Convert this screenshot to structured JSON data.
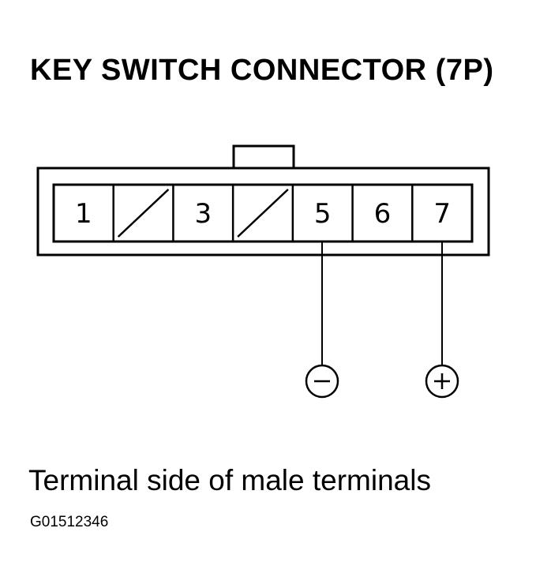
{
  "title": "KEY SWITCH CONNECTOR (7P)",
  "terminals": [
    {
      "label": "1",
      "blank": false
    },
    {
      "label": "",
      "blank": true
    },
    {
      "label": "3",
      "blank": false
    },
    {
      "label": "",
      "blank": true
    },
    {
      "label": "5",
      "blank": false
    },
    {
      "label": "6",
      "blank": false
    },
    {
      "label": "7",
      "blank": false
    }
  ],
  "probes": {
    "negative": {
      "symbol": "−",
      "terminal": "5"
    },
    "positive": {
      "symbol": "+",
      "terminal": "7"
    }
  },
  "caption": "Terminal side of male terminals",
  "figure_id": "G01512346",
  "colors": {
    "line": "#000000",
    "background": "#ffffff"
  }
}
